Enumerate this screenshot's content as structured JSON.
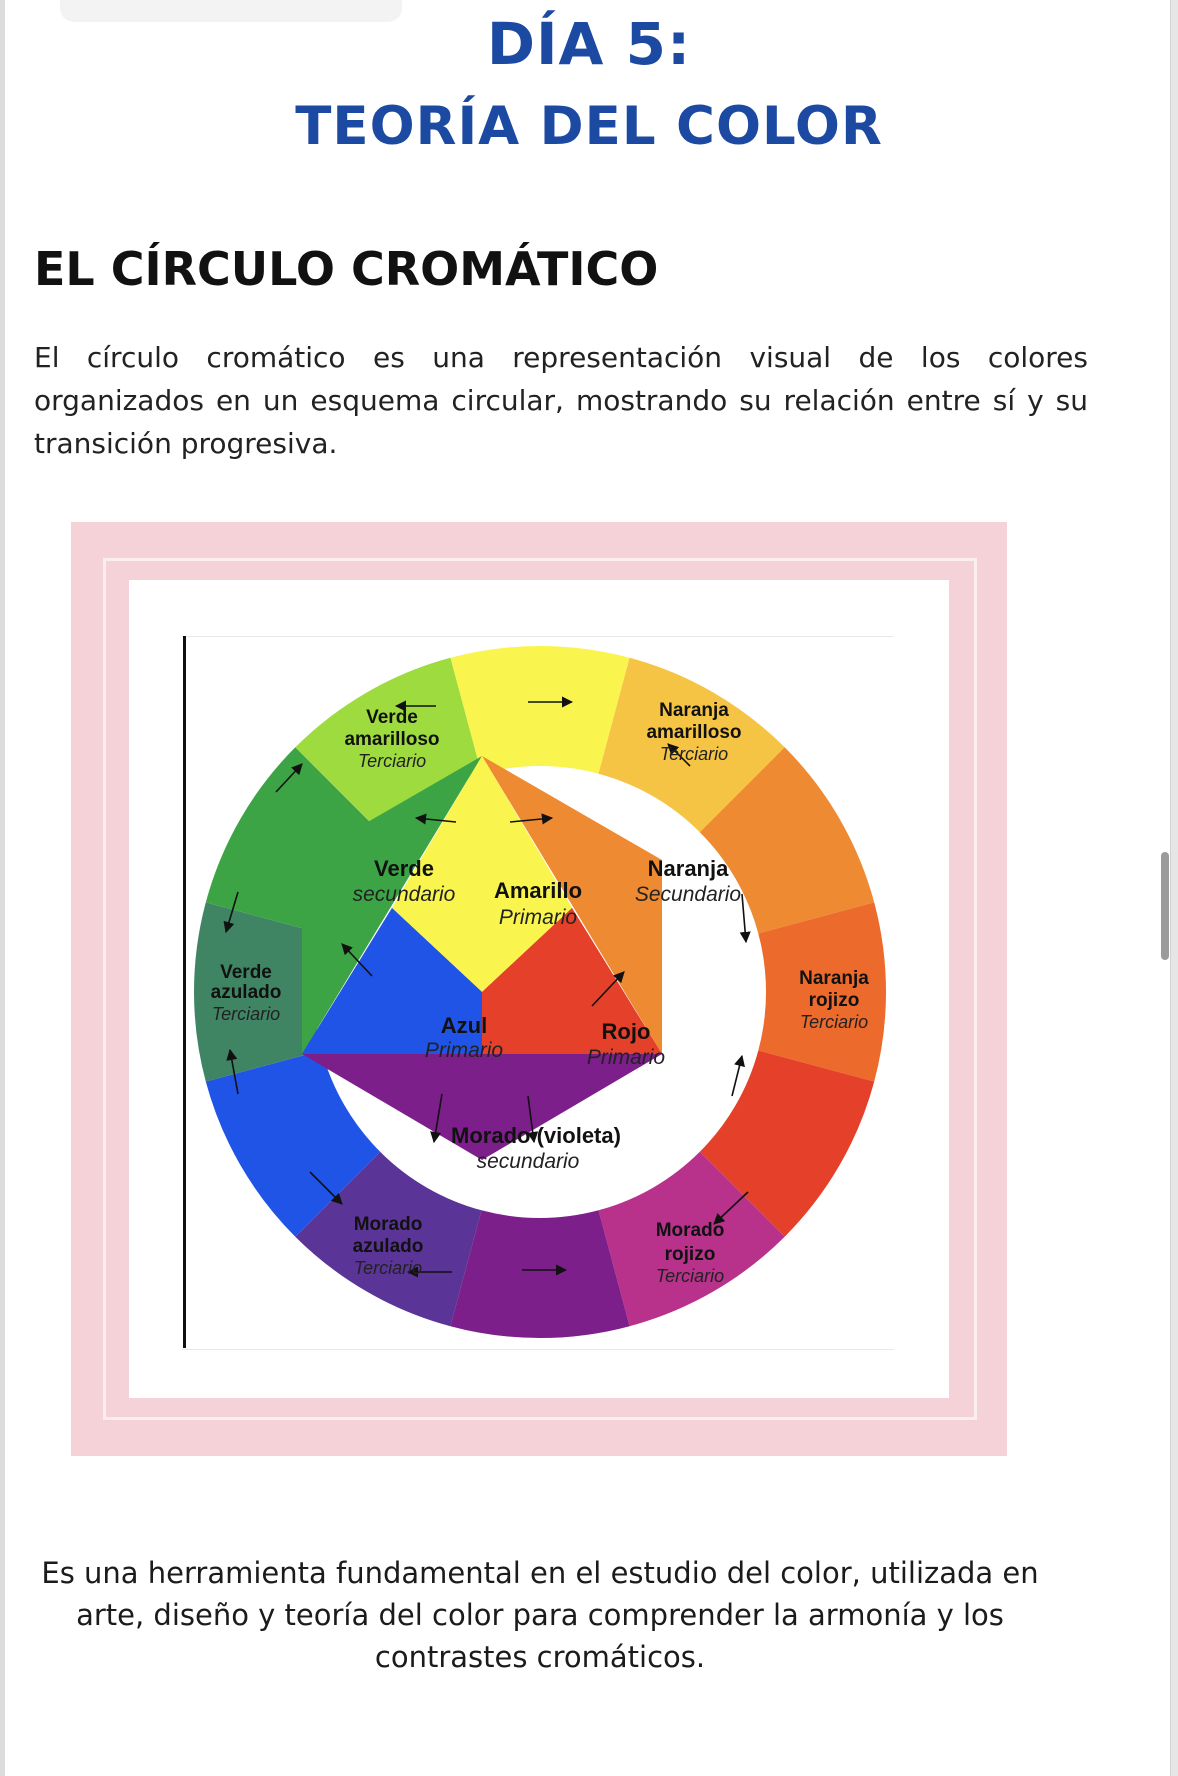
{
  "header": {
    "day_title": "DÍA 5:",
    "topic_title": "TEORÍA DEL COLOR"
  },
  "section": {
    "heading": "EL CÍRCULO CROMÁTICO",
    "intro": "El círculo cromático es una representación visual de los colores organizados en un esquema circular, mostrando su relación entre sí y su transición progresiva.",
    "closing": "Es una herramienta fundamental en el estudio del color, utilizada en arte, diseño y teoría del color para comprender la armonía y los contrastes cromáticos."
  },
  "wheel": {
    "tertiary": {
      "verde_amarilloso": {
        "name1": "Verde",
        "name2": "amarilloso",
        "type": "Terciario"
      },
      "naranja_amarilloso": {
        "name1": "Naranja",
        "name2": "amarilloso",
        "type": "Terciario"
      },
      "verde_azulado": {
        "name1": "Verde",
        "name2": "azulado",
        "type": "Terciario"
      },
      "naranja_rojizo": {
        "name1": "Naranja",
        "name2": "rojizo",
        "type": "Terciario"
      },
      "morado_azulado": {
        "name1": "Morado",
        "name2": "azulado",
        "type": "Terciario"
      },
      "morado_rojizo": {
        "name1": "Morado",
        "name2": "rojizo",
        "type": "Terciario"
      }
    },
    "inner": {
      "amarillo": {
        "name": "Amarillo",
        "type": "Primario"
      },
      "azul": {
        "name": "Azul",
        "type": "Primario"
      },
      "rojo": {
        "name": "Rojo",
        "type": "Primario"
      },
      "verde": {
        "name": "Verde",
        "type": "secundario"
      },
      "naranja": {
        "name": "Naranja",
        "type": "Secundario"
      },
      "morado": {
        "name": "Morado (violeta)",
        "type": "secundario"
      }
    }
  },
  "colors": {
    "title_blue": "#1c4aa3",
    "frame_pink": "#f4d2d8",
    "yellow": "#f9f54e",
    "yellow_orange": "#f6c445",
    "orange": "#ee8a31",
    "red_orange": "#ec6a2b",
    "red": "#e4402a",
    "red_violet": "#b8318a",
    "violet": "#7c1f8a",
    "blue_violet": "#5b3497",
    "blue": "#1f54e6",
    "blue_green": "#3f8463",
    "green": "#3da446",
    "yellow_green": "#9edb3f"
  }
}
